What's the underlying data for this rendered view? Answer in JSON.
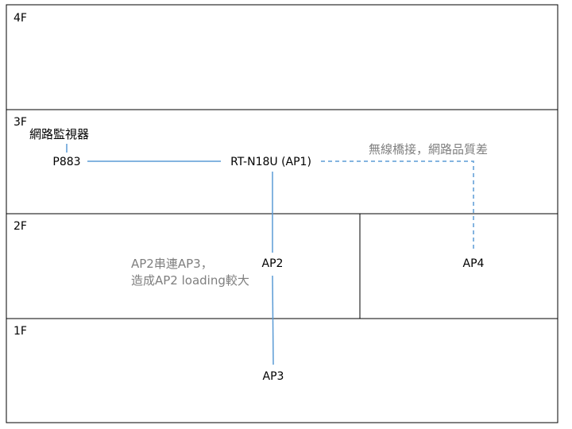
{
  "floors": {
    "f4": "4F",
    "f3": "3F",
    "f2": "2F",
    "f1": "1F"
  },
  "devices": {
    "monitor": "網路監視器",
    "p883": "P883",
    "router": "RT-N18U (AP1)",
    "ap2": "AP2",
    "ap3": "AP3",
    "ap4": "AP4"
  },
  "notes": {
    "wireless_bridge": "無線橋接，網路品質差",
    "chain_line1": "AP2串連AP3，",
    "chain_line2": "造成AP2 loading較大"
  },
  "colors": {
    "wired_link": "#5b9bd5",
    "wireless_link": "#5b9bd5",
    "note_text": "#7f7f7f",
    "floor_border": "#000000"
  }
}
